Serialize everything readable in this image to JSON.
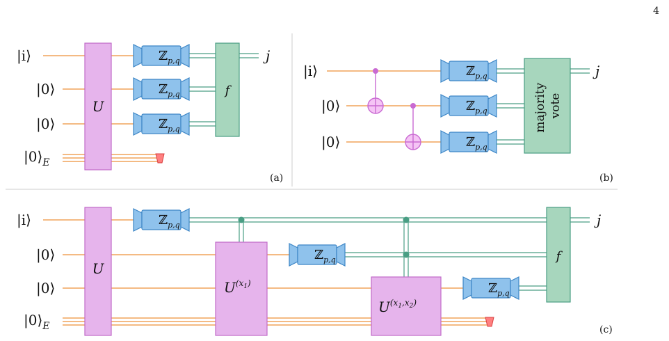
{
  "page_number": "4",
  "panel_a": {
    "tag": "(a)",
    "inputs": [
      "|i⟩",
      "|0⟩",
      "|0⟩",
      "|0⟩"
    ],
    "env_subscript": "E",
    "unitary_label": "U",
    "measurement_label": "ℤ",
    "measurement_sub": "p,q",
    "decode_label": "f",
    "output": "j"
  },
  "panel_b": {
    "tag": "(b)",
    "inputs": [
      "|i⟩",
      "|0⟩",
      "|0⟩"
    ],
    "measurement_label": "ℤ",
    "measurement_sub": "p,q",
    "decode_label_line1": "majority",
    "decode_label_line2": "vote",
    "output": "j"
  },
  "panel_c": {
    "tag": "(c)",
    "inputs": [
      "|i⟩",
      "|0⟩",
      "|0⟩",
      "|0⟩"
    ],
    "env_subscript": "E",
    "unitary_label": "U",
    "adaptive_1": "U",
    "adaptive_1_sup": "(x",
    "adaptive_1_sup_sub": "1",
    "adaptive_1_sup_end": ")",
    "adaptive_2": "U",
    "adaptive_2_sup": "(x",
    "adaptive_2_sup_sub1": "1",
    "adaptive_2_sup_mid": ",x",
    "adaptive_2_sup_sub2": "2",
    "adaptive_2_sup_end": ")",
    "measurement_label": "ℤ",
    "measurement_sub": "p,q",
    "decode_label": "f",
    "output": "j"
  }
}
